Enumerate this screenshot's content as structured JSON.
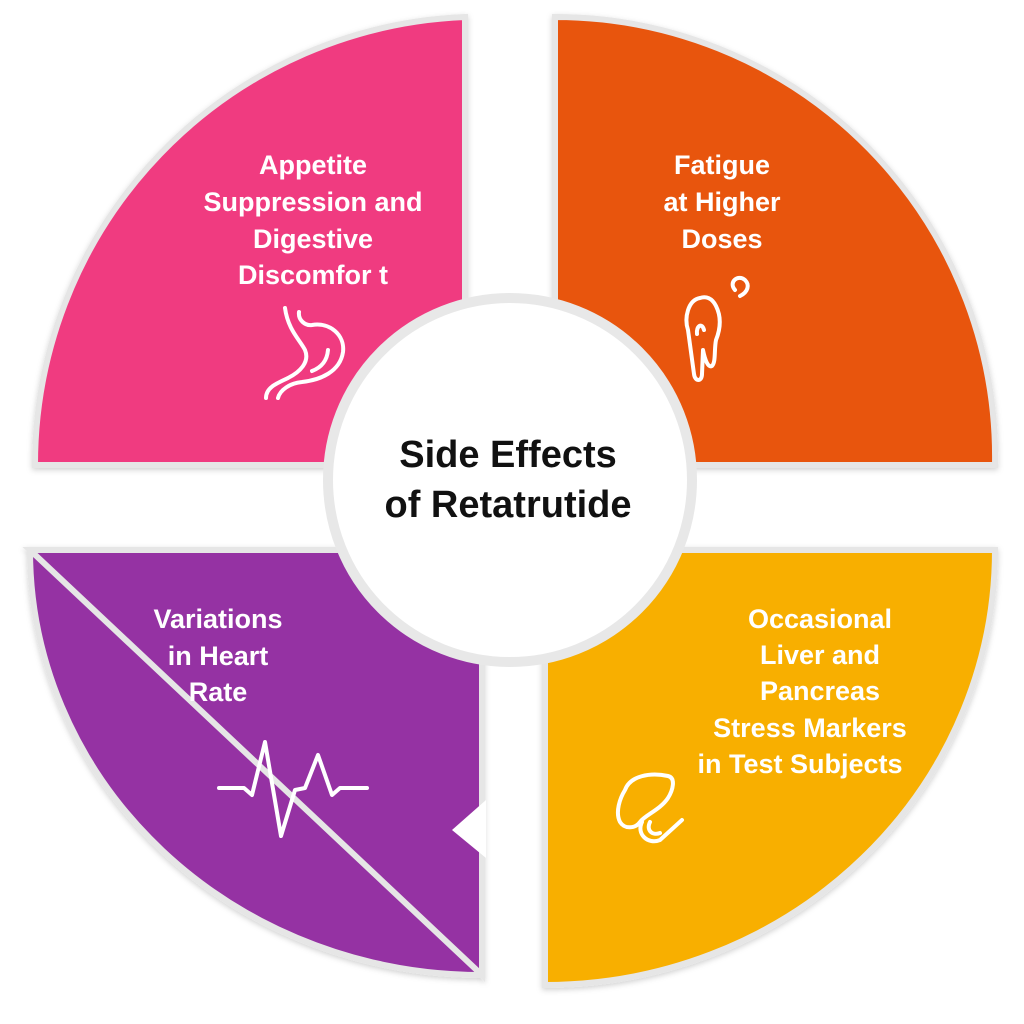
{
  "title": {
    "line1": "Side Effects",
    "line2": "of Retatrutide"
  },
  "colors": {
    "pink": "#F03A80",
    "orange": "#E8540F",
    "purple": "#9532A3",
    "yellow": "#F8AF00"
  },
  "segments": [
    {
      "lines": [
        "Appetite",
        "Suppression and",
        "Digestive",
        "Discomfor t"
      ],
      "icon": "stomach-icon"
    },
    {
      "lines": [
        "Fatigue",
        "at Higher",
        "Doses"
      ],
      "icon": "tired-hand-icon"
    },
    {
      "lines": [
        "Variations",
        "in Heart",
        "Rate"
      ],
      "icon": "heartbeat-icon"
    },
    {
      "lines": [
        "Occasional",
        "Liver and",
        "Pancreas",
        "Stress Markers",
        "in Test Subjects"
      ],
      "icon": "liver-pancreas-icon"
    }
  ]
}
